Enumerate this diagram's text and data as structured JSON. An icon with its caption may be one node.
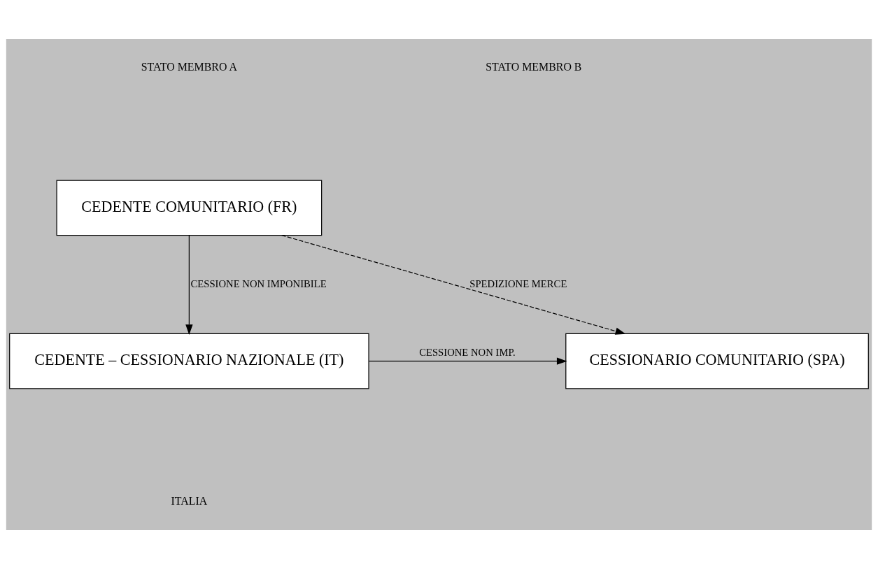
{
  "diagram": {
    "nodes": [
      {
        "text": [
          "CEDENTE COMUNITARIO (FR)"
        ]
      },
      {
        "text": [
          "CEDENTE – CESSIONARIO NAZIONALE (IT)"
        ]
      },
      {
        "text": [
          "CESSIONARIO COMUNITARIO (SPA)"
        ]
      }
    ],
    "edges": [
      {
        "from": 0,
        "to": 1,
        "arrow": "to",
        "label": "CESSIONE NON IMPONIBILE"
      },
      {
        "from": 1,
        "to": 2,
        "arrow": "to",
        "label": "CESSIONE NON IMP."
      },
      {
        "from": 0,
        "to": 2,
        "arrow": "to",
        "label": "SPEDIZIONE MERCE",
        "style": "dashed"
      }
    ],
    "labels": [
      "STATO MEMBRO A",
      "STATO MEMBRO B",
      "ITALIA"
    ]
  }
}
